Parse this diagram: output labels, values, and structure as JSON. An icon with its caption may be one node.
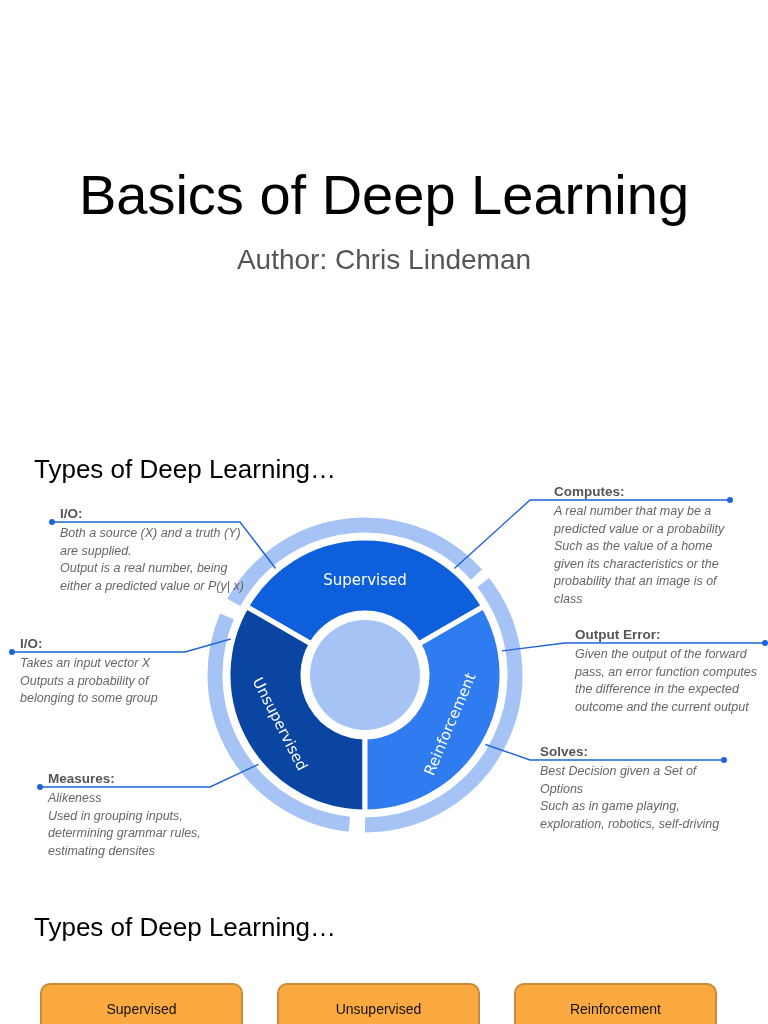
{
  "diagram": {
    "title": "Basics of Deep Learning",
    "nodes": [
      {
        "text": [
          "Supervised"
        ]
      },
      {
        "text": [
          "Unsupervised"
        ]
      },
      {
        "text": [
          "Reinforcement"
        ]
      },
      {
        "text": [
          "I/O:",
          "Both a source (X) and a truth (Y) are supplied.",
          "Output is a real number, being either a predicted value or P(y| x)"
        ]
      },
      {
        "text": [
          "Computes:",
          "A real number that may be a predicted value or a probability",
          "Such as the value of a home given its characteristics or the probability that an image is of class"
        ]
      },
      {
        "text": [
          "I/O:",
          "Takes an input vector X",
          "Outputs a probability of belonging to some group"
        ]
      },
      {
        "text": [
          "Output Error:",
          "Given the output of the forward pass, an error function computes the difference in the expected outcome and the current output"
        ]
      },
      {
        "text": [
          "Measures:",
          "Alikeness",
          "Used in grouping inputs, determining grammar rules, estimating densites"
        ]
      },
      {
        "text": [
          "Solves:",
          "Best Decision given a Set of Options",
          "Such as in game playing, exploration, robotics, self-driving"
        ]
      },
      {
        "text": [
          "Supervised"
        ]
      },
      {
        "text": [
          "Unsupervised"
        ]
      },
      {
        "text": [
          "Reinforcement"
        ]
      }
    ],
    "edges": [
      {
        "from": 3,
        "to": 0,
        "arrow": "other"
      },
      {
        "from": 4,
        "to": 0,
        "arrow": "other"
      },
      {
        "from": 5,
        "to": 1,
        "arrow": "other"
      },
      {
        "from": 6,
        "to": 2,
        "arrow": "other"
      },
      {
        "from": 7,
        "to": 1,
        "arrow": "other"
      },
      {
        "from": 8,
        "to": 2,
        "arrow": "other"
      }
    ],
    "labels": [
      "Author: Chris Lindeman",
      "Types of Deep Learning…",
      "Types of Deep Learning…"
    ]
  }
}
